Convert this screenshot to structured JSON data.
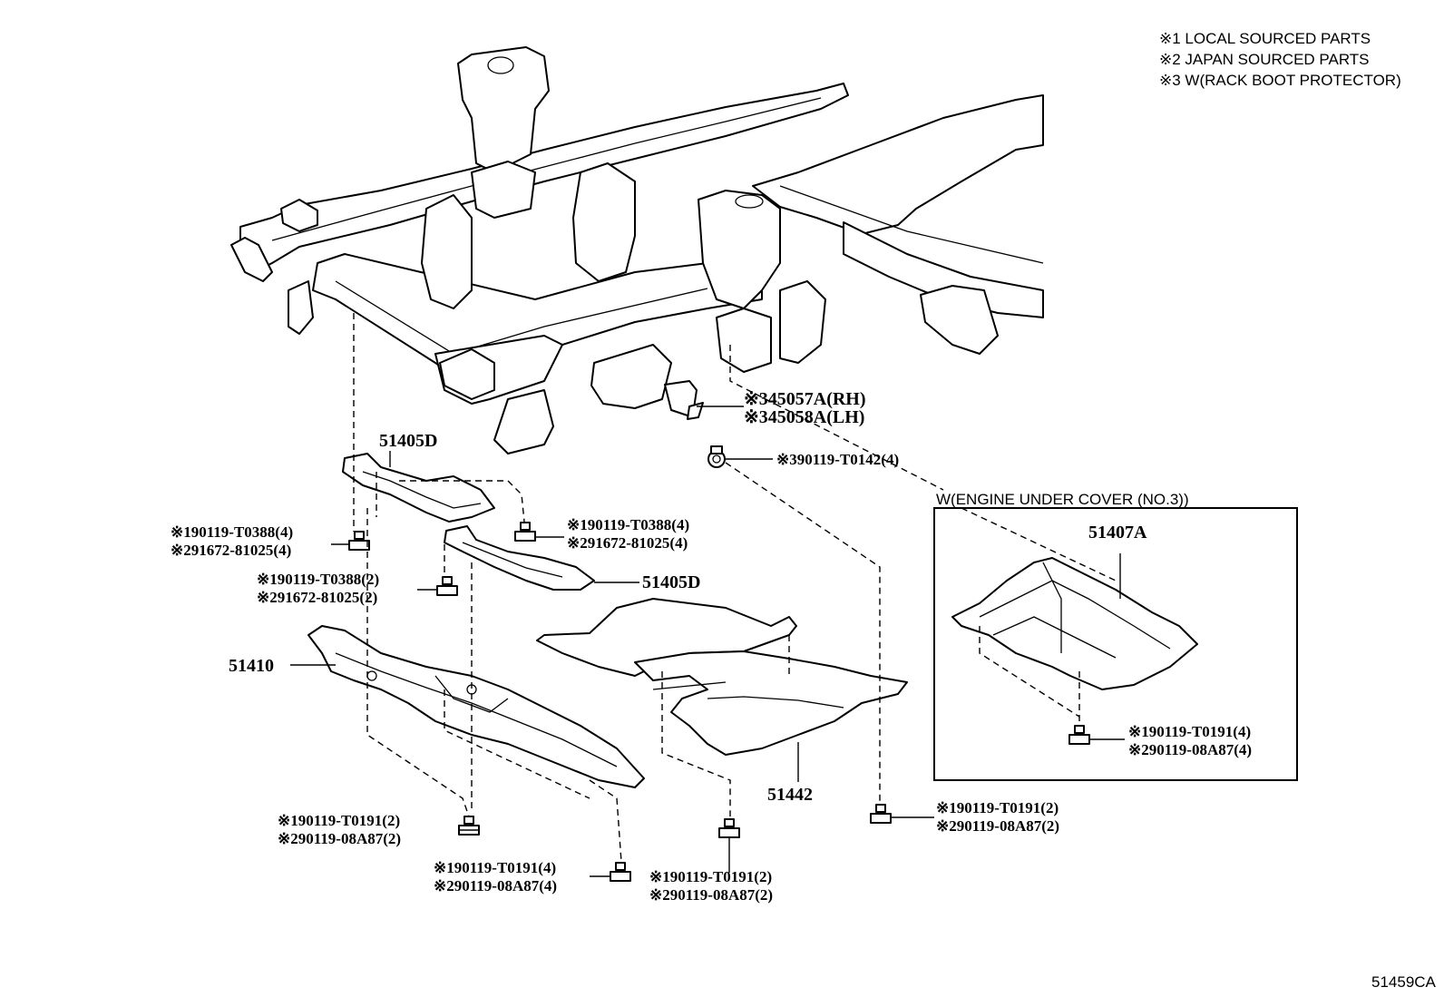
{
  "notes": [
    "※1 LOCAL SOURCED PARTS",
    "※2 JAPAN SOURCED PARTS",
    "※3 W(RACK BOOT PROTECTOR)"
  ],
  "parts": {
    "p45057A": "※345057A(RH)",
    "p45058A": "※345058A(LH)",
    "p90119_T0142": "※390119-T0142(4)",
    "p51405D_top": "51405D",
    "p51405D_mid": "51405D",
    "p51410": "51410",
    "p51442": "51442",
    "p51407A": "51407A"
  },
  "callouts": {
    "left_a1": "※190119-T0388(4)",
    "left_a2": "※291672-81025(4)",
    "right_b1": "※190119-T0388(4)",
    "right_b2": "※291672-81025(4)",
    "mid_c1": "※190119-T0388(2)",
    "mid_c2": "※291672-81025(2)",
    "low_d1": "※190119-T0191(2)",
    "low_d2": "※290119-08A87(2)",
    "low_e1": "※190119-T0191(4)",
    "low_e2": "※290119-08A87(4)",
    "low_f1": "※190119-T0191(2)",
    "low_f2": "※290119-08A87(2)",
    "low_g1": "※190119-T0191(2)",
    "low_g2": "※290119-08A87(2)",
    "box_h1": "※190119-T0191(4)",
    "box_h2": "※290119-08A87(4)"
  },
  "inset": {
    "title": "W(ENGINE UNDER COVER (NO.3))"
  },
  "diagram_id": "51459CA"
}
